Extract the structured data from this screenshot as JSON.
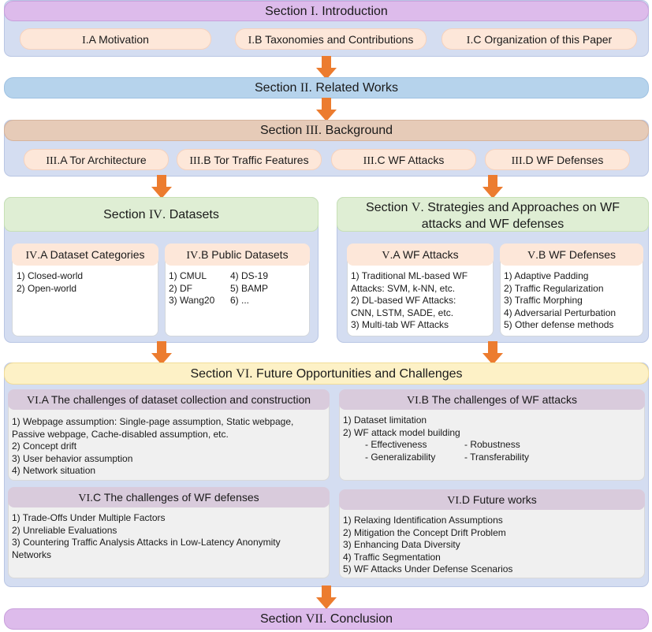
{
  "colors": {
    "purple_bar": "#ddbbeb",
    "blue_bar": "#b6d3ec",
    "tan_bar": "#e6cbb8",
    "panel_bg": "#d4ddf1",
    "green_head": "#dfeed4",
    "yellow_bar": "#fdf1c6",
    "pill": "#fde7d9",
    "arrow": "#ec7c2f",
    "grey_head": "#d9cbdc"
  },
  "s1": {
    "numeral": "I",
    "title": ". Introduction",
    "items": [
      {
        "numeral": "I",
        "label": ".A Motivation"
      },
      {
        "numeral": "I",
        "label": ".B Taxonomies and Contributions"
      },
      {
        "numeral": "I",
        "label": ".C Organization of this Paper"
      }
    ]
  },
  "s2": {
    "numeral": "II",
    "title": ". Related Works"
  },
  "s3": {
    "numeral": "III",
    "title": ". Background",
    "items": [
      {
        "numeral": "III",
        "label": ".A Tor Architecture"
      },
      {
        "numeral": "III",
        "label": ".B Tor Traffic Features"
      },
      {
        "numeral": "III",
        "label": ".C WF Attacks"
      },
      {
        "numeral": "III",
        "label": ".D WF Defenses"
      }
    ]
  },
  "s4": {
    "numeral": "IV",
    "title": ". Datasets",
    "a": {
      "numeral": "IV",
      "title": ".A Dataset Categories",
      "items": [
        "1) Closed-world",
        "2) Open-world"
      ]
    },
    "b": {
      "numeral": "IV",
      "title": ".B Public Datasets",
      "col1": [
        "1) CMUL",
        "2) DF",
        "3) Wang20"
      ],
      "col2": [
        "4) DS-19",
        "5) BAMP",
        "6) ..."
      ]
    }
  },
  "s5": {
    "numeral": "V",
    "title_line1": ". Strategies and Approaches on WF",
    "title_line2": "attacks and WF defenses",
    "a": {
      "numeral": "V",
      "title": ".A WF Attacks",
      "items": [
        "1) Traditional ML-based WF",
        "Attacks: SVM, k-NN, etc.",
        "2) DL-based WF Attacks:",
        "CNN, LSTM, SADE, etc.",
        "3) Multi-tab WF Attacks"
      ]
    },
    "b": {
      "numeral": "V",
      "title": ".B WF Defenses",
      "items": [
        "1) Adaptive Padding",
        "2) Traffic Regularization",
        "3) Traffic Morphing",
        "4) Adversarial Perturbation",
        "5) Other defense methods"
      ]
    }
  },
  "s6": {
    "numeral": "VI",
    "title": ". Future Opportunities and Challenges",
    "a": {
      "numeral": "VI",
      "title": ".A The challenges of dataset collection and construction",
      "items": [
        "1) Webpage assumption: Single-page assumption, Static webpage,",
        "Passive webpage, Cache-disabled assumption, etc.",
        "2) Concept drift",
        "3) User behavior assumption",
        "4) Network situation"
      ]
    },
    "b": {
      "numeral": "VI",
      "title": ".B The challenges of WF attacks",
      "items": [
        "1) Dataset limitation",
        "2) WF attack model building"
      ],
      "sub_col1": [
        "- Effectiveness",
        "- Generalizability"
      ],
      "sub_col2": [
        "- Robustness",
        "- Transferability"
      ]
    },
    "c": {
      "numeral": "VI",
      "title": ".C The challenges of WF defenses",
      "items": [
        "1) Trade-Offs Under Multiple Factors",
        "2) Unreliable Evaluations",
        "3) Countering Traffic Analysis Attacks in Low-Latency Anonymity",
        "Networks"
      ]
    },
    "d": {
      "numeral": "VI",
      "title": ".D Future works",
      "items": [
        "1) Relaxing Identification Assumptions",
        "2) Mitigation the Concept Drift Problem",
        "3) Enhancing Data Diversity",
        "4) Traffic Segmentation",
        "5) WF Attacks Under Defense Scenarios"
      ]
    }
  },
  "s7": {
    "numeral": "VII",
    "title": ". Conclusion"
  }
}
